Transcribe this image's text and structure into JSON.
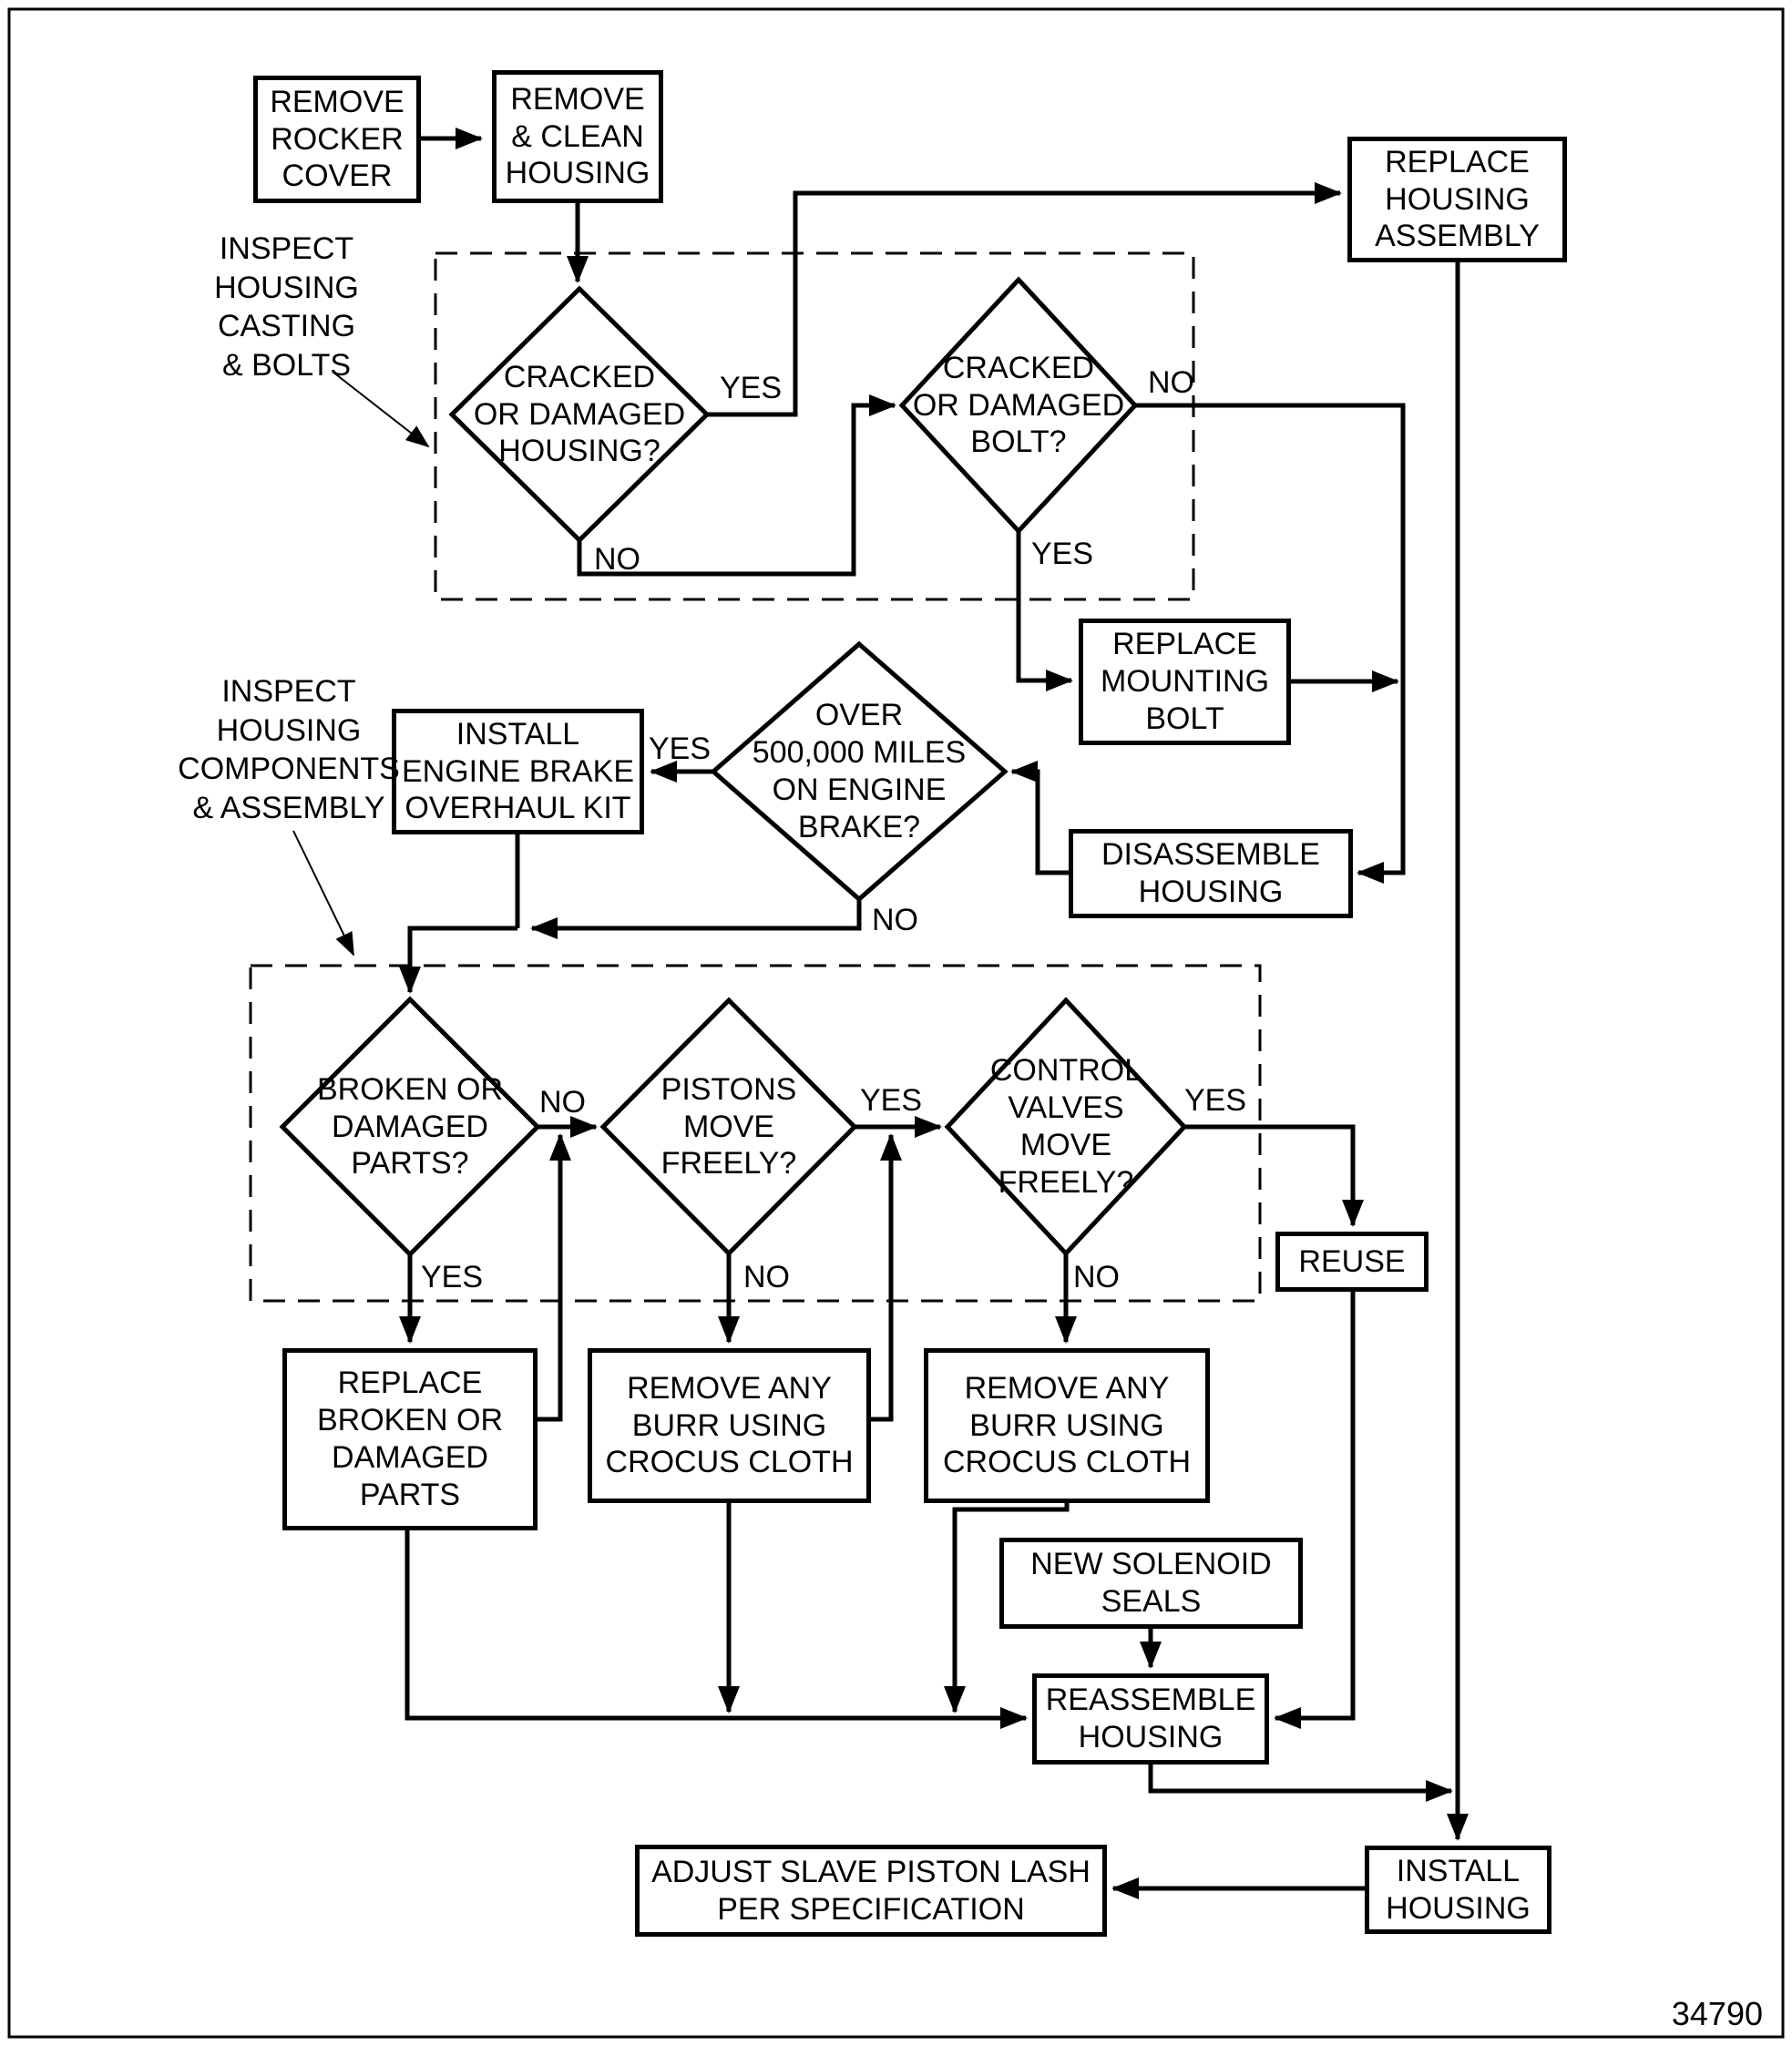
{
  "figure_number": "34790",
  "colors": {
    "line": "#000000",
    "background": "#ffffff"
  },
  "nodes": {
    "remove_rocker": {
      "label": "REMOVE\nROCKER\nCOVER"
    },
    "remove_clean": {
      "label": "REMOVE\n& CLEAN\nHOUSING"
    },
    "replace_housing_assembly": {
      "label": "REPLACE\nHOUSING\nASSEMBLY"
    },
    "cracked_housing": {
      "label": "CRACKED\nOR DAMAGED\nHOUSING?"
    },
    "cracked_bolt": {
      "label": "CRACKED\nOR DAMAGED\nBOLT?"
    },
    "replace_mounting_bolt": {
      "label": "REPLACE\nMOUNTING\nBOLT"
    },
    "disassemble_housing": {
      "label": "DISASSEMBLE\nHOUSING"
    },
    "over_500k": {
      "label": "OVER\n500,000 MILES\nON ENGINE\nBRAKE?"
    },
    "install_kit": {
      "label": "INSTALL\nENGINE BRAKE\nOVERHAUL KIT"
    },
    "broken_parts": {
      "label": "BROKEN OR\nDAMAGED\nPARTS?"
    },
    "pistons": {
      "label": "PISTONS\nMOVE\nFREELY?"
    },
    "control_valves": {
      "label": "CONTROL\nVALVES\nMOVE\nFREELY?"
    },
    "replace_parts": {
      "label": "REPLACE\nBROKEN OR\nDAMAGED\nPARTS"
    },
    "burr_pistons": {
      "label": "REMOVE ANY\nBURR USING\nCROCUS CLOTH"
    },
    "burr_valves": {
      "label": "REMOVE ANY\nBURR USING\nCROCUS CLOTH"
    },
    "reuse": {
      "label": "REUSE"
    },
    "new_solenoid_seals": {
      "label": "NEW SOLENOID\nSEALS"
    },
    "reassemble": {
      "label": "REASSEMBLE\nHOUSING"
    },
    "install_housing": {
      "label": "INSTALL\nHOUSING"
    },
    "adjust_lash": {
      "label": "ADJUST SLAVE PISTON LASH\nPER SPECIFICATION"
    }
  },
  "edge_labels": {
    "d1_yes": "YES",
    "d1_no": "NO",
    "d2_no": "NO",
    "d2_yes": "YES",
    "g_yes": "YES",
    "g_no": "NO",
    "i_no": "NO",
    "i_yes": "YES",
    "j_yes": "YES",
    "j_no": "NO",
    "k_yes": "YES",
    "k_no": "NO"
  },
  "annotations": {
    "inspect_casting": "INSPECT\nHOUSING\nCASTING\n& BOLTS",
    "inspect_components": "INSPECT\nHOUSING\nCOMPONENTS\n& ASSEMBLY"
  }
}
